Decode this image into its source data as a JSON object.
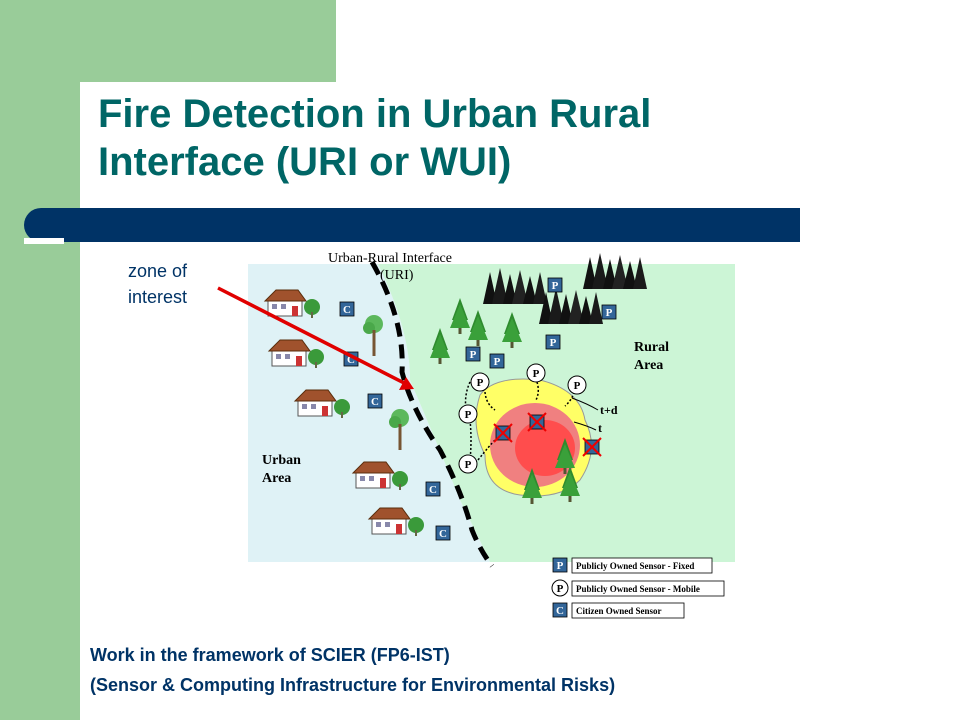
{
  "slide": {
    "title": "Fire Detection in Urban Rural Interface (URI or WUI)",
    "zone_label_line1": "zone of",
    "zone_label_line2": "interest",
    "footer_line1": "Work in the framework of SCIER (FP6-IST)",
    "footer_line2": "(Sensor & Computing Infrastructure for Environmental Risks)"
  },
  "diagram": {
    "uri_label_line1": "Urban-Rural Interface",
    "uri_label_line2": "(URI)",
    "rural_label_line1": "Rural",
    "rural_label_line2": "Area",
    "urban_label_line1": "Urban",
    "urban_label_line2": "Area",
    "front_label_future": "t+d",
    "front_label_now": "t",
    "fixed_sensor_letter": "P",
    "mobile_sensor_letter": "P",
    "citizen_sensor_letter": "C"
  },
  "legend": {
    "fixed": "Publicly Owned Sensor - Fixed",
    "mobile": "Publicly Owned Sensor - Mobile",
    "citizen": "Citizen Owned Sensor"
  },
  "colors": {
    "title": "#006666",
    "bar": "#003366",
    "side_panel": "#99cc99",
    "urban_area": "#dff2f6",
    "rural_area": "#ccf5d6",
    "fire_outer": "#ffff66",
    "fire_mid": "#f08080",
    "fire_core": "#ff4d4d",
    "sensor_box": "#336699",
    "arrow": "#e00000"
  }
}
